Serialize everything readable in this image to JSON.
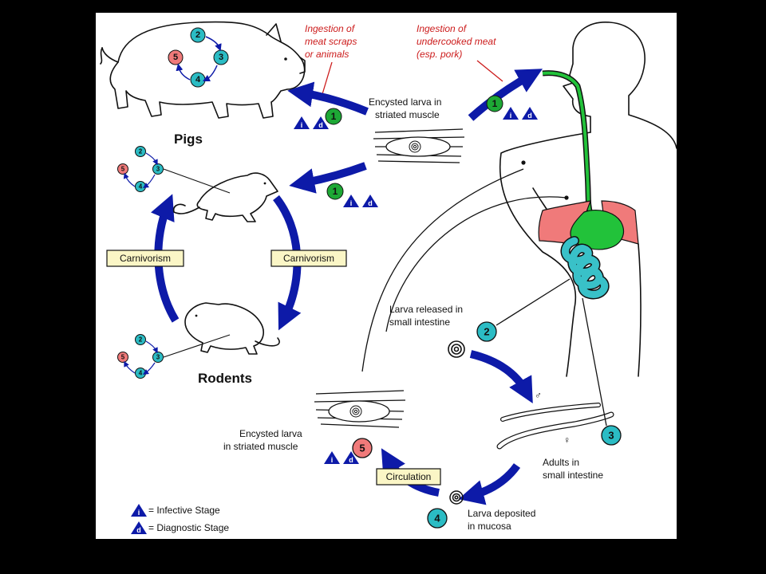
{
  "colors": {
    "background": "#000000",
    "panel": "#ffffff",
    "arrow_blue": "#0d1aa8",
    "stage_teal": "#2bbcc4",
    "stage_green": "#1da835",
    "stage_red": "#f07a7a",
    "label_red": "#cc1b1b",
    "gut_green": "#22c23a",
    "lung_pink": "#f07a7a",
    "intestine_teal": "#39c1c8",
    "box_fill": "#fbf6c6"
  },
  "headings": {
    "pigs": "Pigs",
    "rodents": "Rodents"
  },
  "annotations": {
    "ingest_scraps_line1": "Ingestion of",
    "ingest_scraps_line2": "meat scraps",
    "ingest_scraps_line3": "or animals",
    "ingest_meat_line1": "Ingestion of",
    "ingest_meat_line2": "undercooked meat",
    "ingest_meat_line3": "(esp. pork)",
    "encysted_top_line1": "Encysted larva in",
    "encysted_top_line2": "striated muscle",
    "released_line1": "Larva released in",
    "released_line2": "small intestine",
    "adults_line1": "Adults in",
    "adults_line2": "small intestine",
    "deposited_line1": "Larva deposited",
    "deposited_line2": "in mucosa",
    "encysted_bottom_line1": "Encysted larva",
    "encysted_bottom_line2": "in striated muscle",
    "male_symbol": "♂",
    "female_symbol": "♀"
  },
  "boxes": {
    "carnivorism_left": "Carnivorism",
    "carnivorism_right": "Carnivorism",
    "circulation": "Circulation"
  },
  "stages": {
    "s1": "1",
    "s2": "2",
    "s3": "3",
    "s4": "4",
    "s5": "5"
  },
  "markers": {
    "infective": "i",
    "diagnostic": "d"
  },
  "legend": {
    "infective_label": "= Infective Stage",
    "diagnostic_label": "= Diagnostic Stage"
  }
}
